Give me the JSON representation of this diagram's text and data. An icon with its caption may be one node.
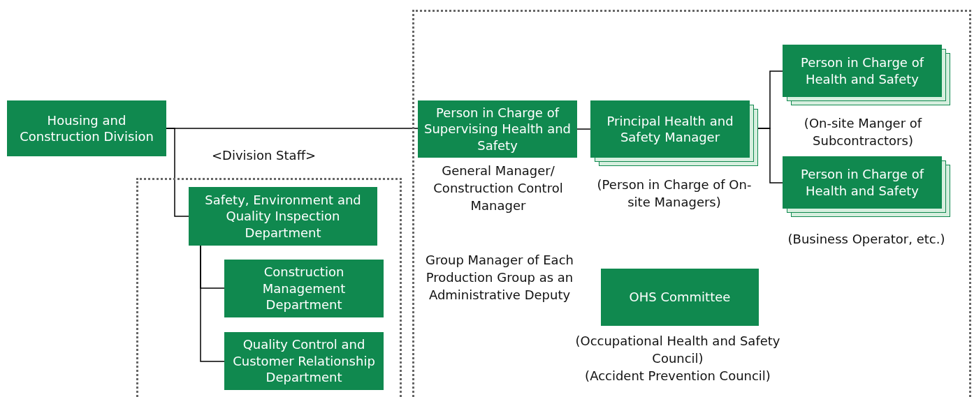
{
  "diagram": {
    "nodes": [
      {
        "text": [
          "Housing and Construction Division"
        ]
      },
      {
        "text": [
          "<Division Staff>"
        ]
      },
      {
        "text": [
          "Safety, Environment and Quality Inspection Department"
        ],
        "in": 1
      },
      {
        "text": [
          "Construction Management Department"
        ],
        "in": 1
      },
      {
        "text": [
          "Quality Control and Customer Relationship Department"
        ],
        "in": 1
      },
      {
        "text": [],
        "shape": "box"
      },
      {
        "text": [
          "Person in Charge of Supervising Health and Safety"
        ],
        "in": 5,
        "beside": [
          "General Manager/ Construction Control Manager"
        ]
      },
      {
        "text": [
          "Principal Health and Safety Manager"
        ],
        "in": 5,
        "beside": [
          "(Person in Charge of On-site Managers)"
        ]
      },
      {
        "text": [
          "Person in Charge of Health and Safety"
        ],
        "in": 5,
        "beside": [
          "(On-site Manger of Subcontractors)"
        ]
      },
      {
        "text": [
          "Person in Charge of Health and Safety"
        ],
        "in": 5,
        "beside": [
          "(Business Operator, etc.)"
        ]
      },
      {
        "text": [
          "OHS Committee"
        ],
        "in": 5,
        "beside": [
          "(Occupational Health and Safety Council)",
          "(Accident Prevention Council)"
        ]
      }
    ],
    "edges": [
      {
        "from": 0,
        "to": 6,
        "arrow": "none"
      },
      {
        "from": 0,
        "to": 2,
        "arrow": "none"
      },
      {
        "from": 2,
        "to": 3,
        "arrow": "none"
      },
      {
        "from": 2,
        "to": 4,
        "arrow": "none"
      },
      {
        "from": 6,
        "to": 7,
        "arrow": "none"
      },
      {
        "from": 7,
        "to": 8,
        "arrow": "none"
      },
      {
        "from": 7,
        "to": 9,
        "arrow": "none"
      }
    ],
    "labels": [
      "Group Manager of Each Production Group as an Administrative Deputy"
    ]
  }
}
